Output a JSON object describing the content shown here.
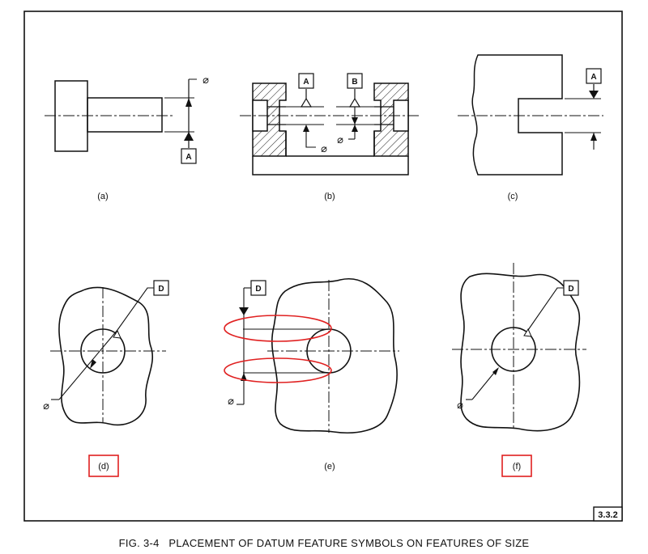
{
  "panels": {
    "a": {
      "label": "(a)",
      "datum": "A",
      "dia": "⌀"
    },
    "b": {
      "label": "(b)",
      "datum_left": "A",
      "datum_right": "B",
      "dia_left": "⌀",
      "dia_right": "⌀"
    },
    "c": {
      "label": "(c)",
      "datum": "A"
    },
    "d": {
      "label": "(d)",
      "datum": "D",
      "dia": "⌀"
    },
    "e": {
      "label": "(e)",
      "datum": "D",
      "dia": "⌀"
    },
    "f": {
      "label": "(f)",
      "datum": "D",
      "dia": "⌀"
    }
  },
  "reference": "3.3.2",
  "caption": "FIG. 3-4   PLACEMENT OF DATUM FEATURE SYMBOLS ON FEATURES OF SIZE",
  "colors": {
    "line": "#111111",
    "highlight": "#e02020"
  }
}
